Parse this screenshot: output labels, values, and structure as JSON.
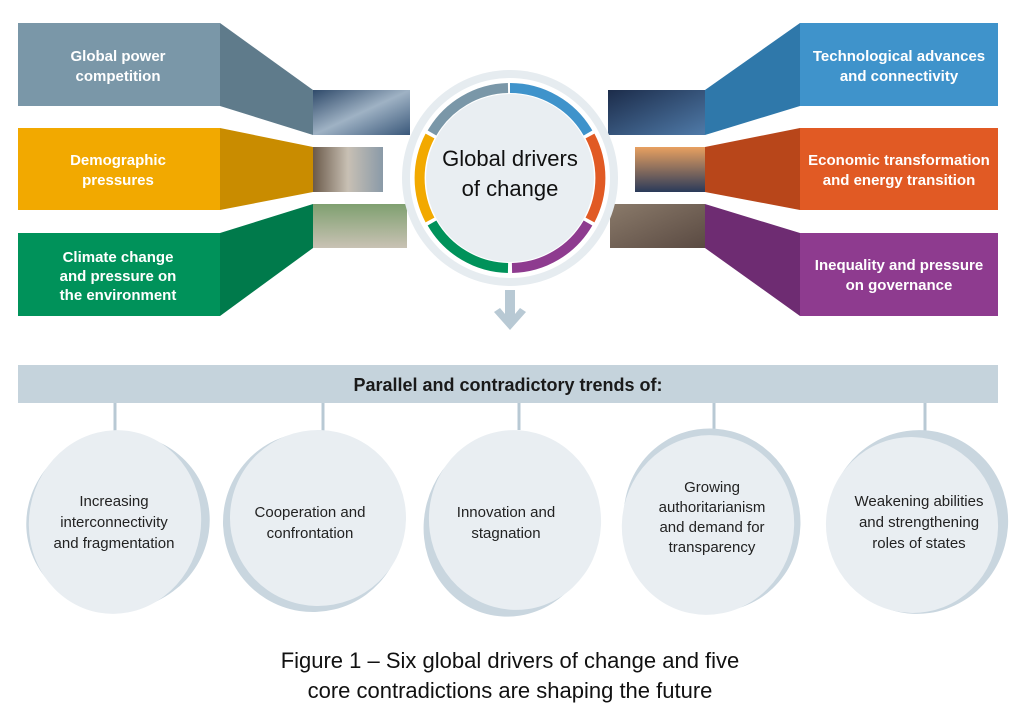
{
  "drivers_left": [
    {
      "lines": [
        "Global power",
        "competition"
      ],
      "color": "#7a97a8",
      "shade": "#5f7b8b",
      "image": "naval-ships-photo"
    },
    {
      "lines": [
        "Demographic",
        "pressures"
      ],
      "color": "#f2a900",
      "shade": "#c98c00",
      "image": "elderly-people-photo"
    },
    {
      "lines": [
        "Climate change",
        "and pressure on",
        "the environment"
      ],
      "color": "#00925a",
      "shade": "#007a4b",
      "image": "flooded-crops-photo"
    }
  ],
  "drivers_right": [
    {
      "lines": [
        "Technological advances",
        "and connectivity"
      ],
      "color": "#3f93cb",
      "shade": "#2f78aa",
      "image": "circuit-board-photo"
    },
    {
      "lines": [
        "Economic transformation",
        "and energy transition"
      ],
      "color": "#e15a24",
      "shade": "#b8461a",
      "image": "solar-panels-photo"
    },
    {
      "lines": [
        "Inequality and pressure",
        "on governance"
      ],
      "color": "#8e3b8f",
      "shade": "#6e2c72",
      "image": "slum-photo"
    }
  ],
  "center": {
    "lines": [
      "Global drivers",
      "of change"
    ]
  },
  "banner": {
    "title": "Parallel and contradictory trends of:"
  },
  "trends": [
    {
      "lines": [
        "Increasing",
        "interconnectivity",
        "and fragmentation"
      ]
    },
    {
      "lines": [
        "Cooperation and",
        "confrontation"
      ]
    },
    {
      "lines": [
        "Innovation and",
        "stagnation"
      ]
    },
    {
      "lines": [
        "Growing",
        "authoritarianism",
        "and demand for",
        "transparency"
      ]
    },
    {
      "lines": [
        "Weakening abilities",
        "and strengthening",
        "roles of states"
      ]
    }
  ],
  "caption": {
    "lines": [
      "Figure 1 – Six global drivers of change and five",
      "core contradictions are shaping the future"
    ]
  }
}
